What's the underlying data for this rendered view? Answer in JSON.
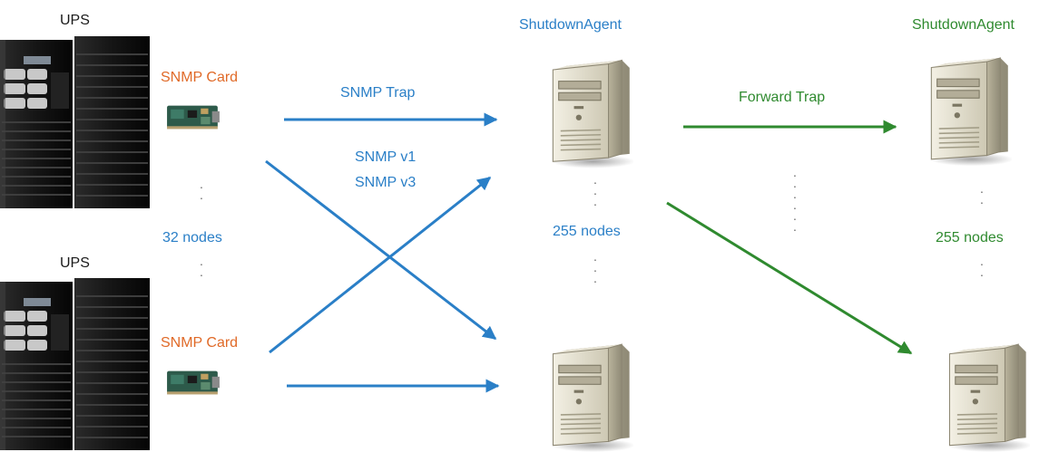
{
  "ups": [
    {
      "label": "UPS",
      "card_label": "SNMP Card"
    },
    {
      "label": "UPS",
      "card_label": "SNMP Card"
    }
  ],
  "labels": {
    "ups_nodes": "32 nodes",
    "snmp_trap": "SNMP Trap",
    "snmp_v1": "SNMP v1",
    "snmp_v3": "SNMP v3",
    "agent_mid_title": "ShutdownAgent",
    "agent_mid_nodes": "255 nodes",
    "forward_trap": "Forward Trap",
    "agent_right_title": "ShutdownAgent",
    "agent_right_nodes": "255 nodes"
  },
  "colors": {
    "blue": "#2a7fc7",
    "green": "#2f8a2f",
    "orange": "#e06a28"
  }
}
